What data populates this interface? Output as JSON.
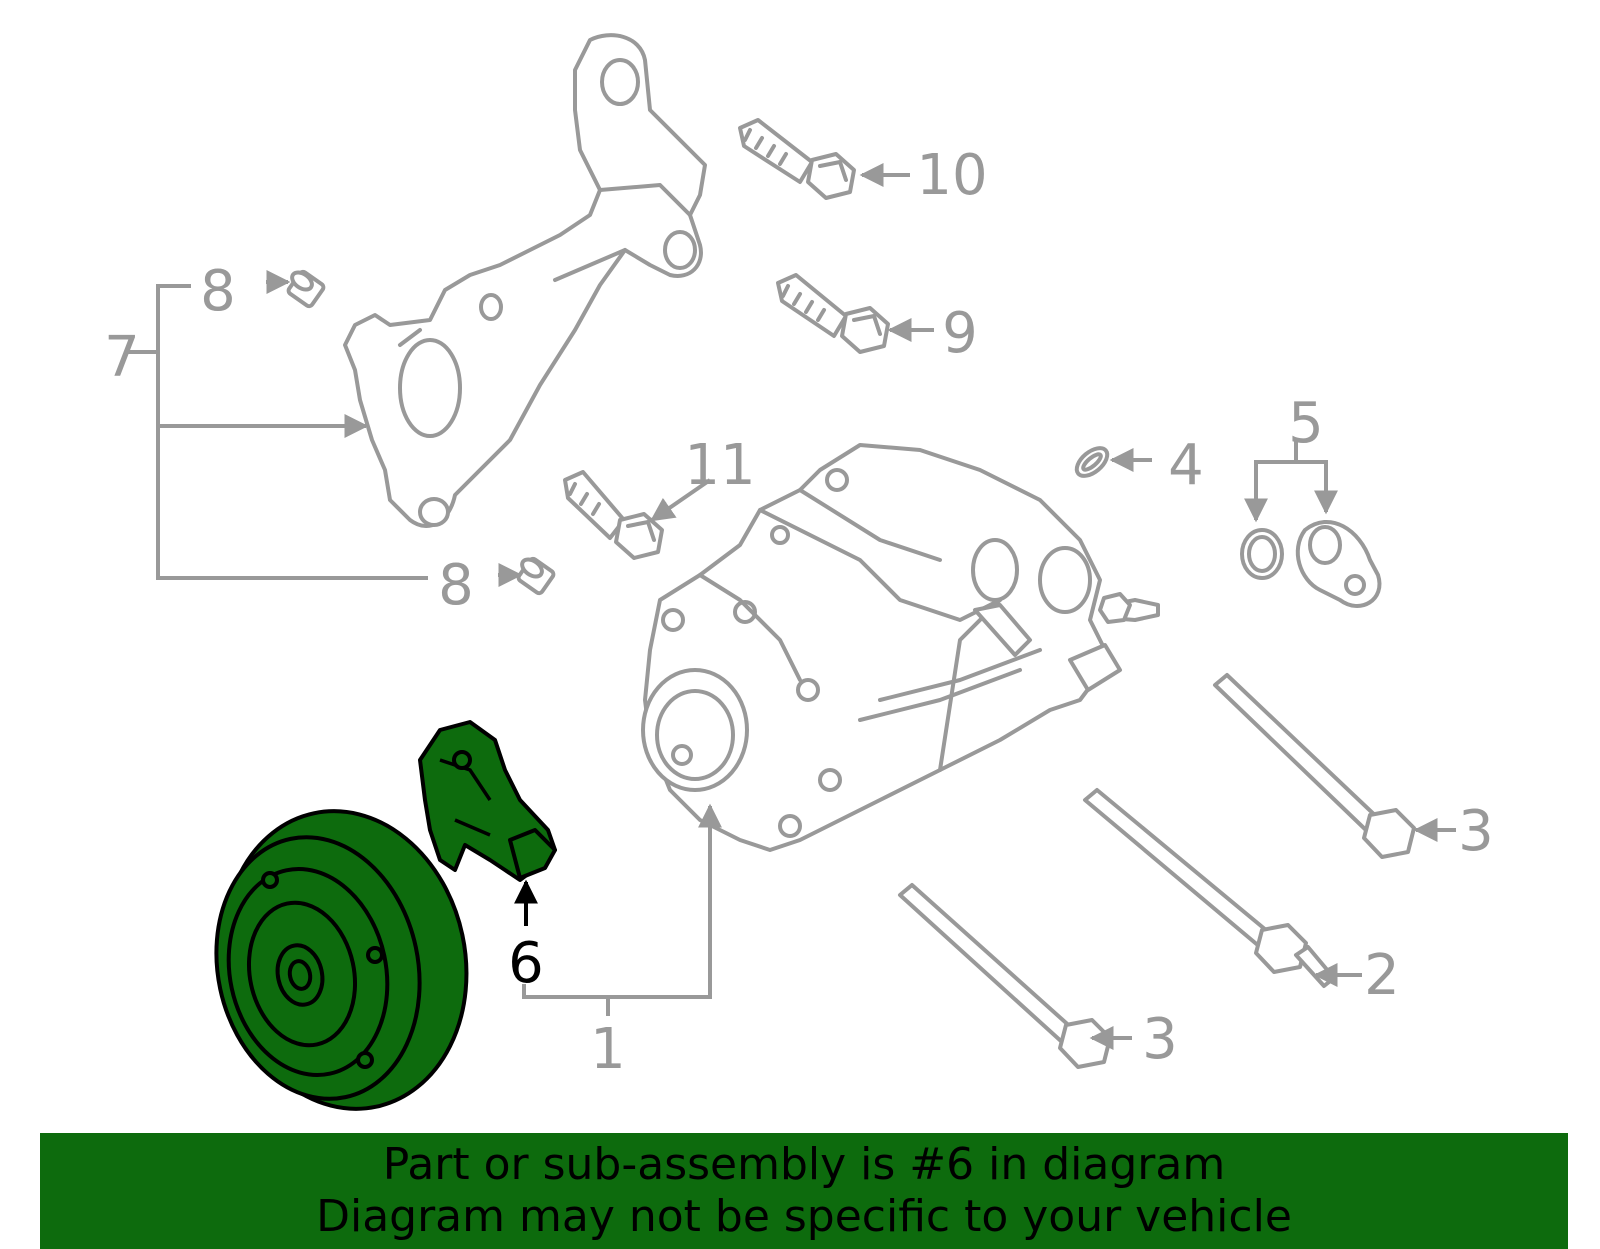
{
  "diagram": {
    "callouts": {
      "c1": "1",
      "c2": "2",
      "c3a": "3",
      "c3b": "3",
      "c4": "4",
      "c5": "5",
      "c6": "6",
      "c7": "7",
      "c8a": "8",
      "c8b": "8",
      "c9": "9",
      "c10": "10",
      "c11": "11"
    },
    "highlighted_part": "6",
    "colors": {
      "highlight_fill": "#0d6b0d",
      "part_stroke": "#999999",
      "banner_background": "#0d6b0d"
    }
  },
  "banner": {
    "line1": "Part or sub-assembly is #6 in diagram",
    "line2": "Diagram may not be specific to your vehicle"
  }
}
